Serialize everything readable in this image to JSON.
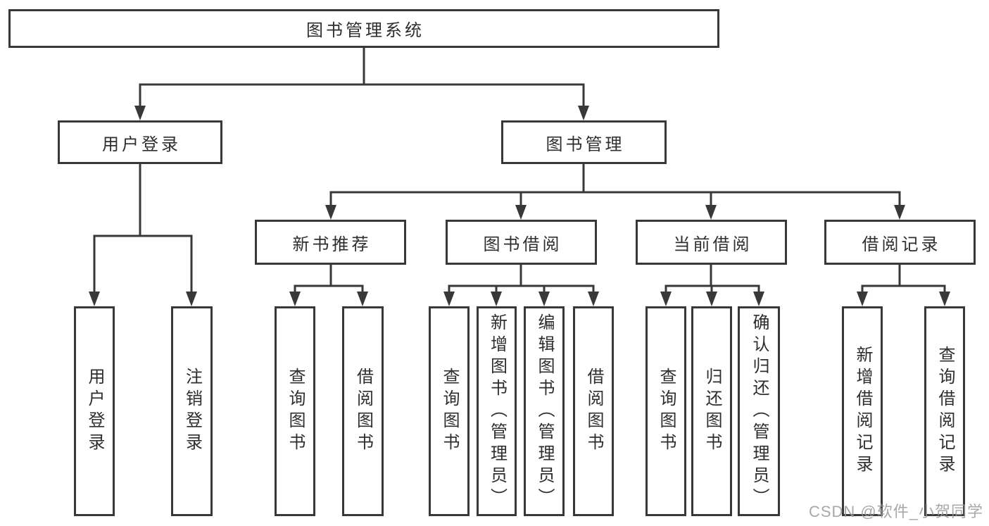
{
  "diagram_title": "图书管理系统",
  "nodes": {
    "root": "图书管理系统",
    "userLogin": "用户登录",
    "bookManagement": "图书管理",
    "newBookRecommend": "新书推荐",
    "bookBorrow": "图书借阅",
    "currentBorrow": "当前借阅",
    "borrowRecord": "借阅记录",
    "leafUserLogin": "用户登录",
    "leafLogout": "注销登录",
    "leafQueryBook1": "查询图书",
    "leafBorrowBook1": "借阅图书",
    "leafQueryBook2": "查询图书",
    "leafAddBookAdmin": "新增图书（管理员）",
    "leafEditBookAdmin": "编辑图书（管理员）",
    "leafBorrowBook2": "借阅图书",
    "leafQueryBook3": "查询图书",
    "leafReturnBook": "归还图书",
    "leafConfirmReturnAdmin": "确认归还（管理员）",
    "leafAddBorrowRecord": "新增借阅记录",
    "leafQueryBorrowRecord": "查询借阅记录"
  },
  "structure": {
    "图书管理系统": [
      "用户登录",
      "图书管理"
    ],
    "用户登录": [
      "用户登录",
      "注销登录"
    ],
    "图书管理": [
      "新书推荐",
      "图书借阅",
      "当前借阅",
      "借阅记录"
    ],
    "新书推荐": [
      "查询图书",
      "借阅图书"
    ],
    "图书借阅": [
      "查询图书",
      "新增图书（管理员）",
      "编辑图书（管理员）",
      "借阅图书"
    ],
    "当前借阅": [
      "查询图书",
      "归还图书",
      "确认归还（管理员）"
    ],
    "借阅记录": [
      "新增借阅记录",
      "查询借阅记录"
    ]
  },
  "watermark": "CSDN @软件_小贺同学",
  "colors": {
    "line": "#383838",
    "box_border": "#383838",
    "text": "#2e2e2e",
    "watermark": "#999999",
    "background": "#ffffff"
  }
}
